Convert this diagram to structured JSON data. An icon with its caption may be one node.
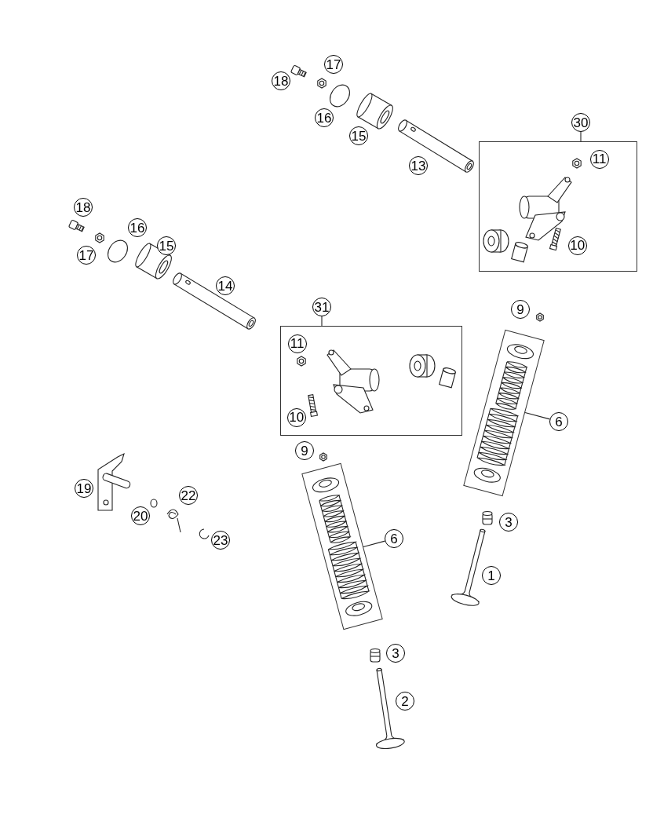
{
  "diagram": {
    "nodes": [
      {
        "text": [
          "17"
        ]
      },
      {
        "text": [
          "18"
        ]
      },
      {
        "text": [
          "16"
        ]
      },
      {
        "text": [
          "30"
        ]
      },
      {
        "text": [
          "15"
        ]
      },
      {
        "text": [],
        "shape": "box"
      },
      {
        "text": [
          "11"
        ],
        "in": 5
      },
      {
        "text": [
          "13"
        ]
      },
      {
        "text": [
          "18"
        ]
      },
      {
        "text": [
          "16"
        ]
      },
      {
        "text": [
          "10"
        ],
        "in": 5
      },
      {
        "text": [
          "15"
        ]
      },
      {
        "text": [
          "17"
        ]
      },
      {
        "text": [
          "14"
        ]
      },
      {
        "text": [
          "31"
        ]
      },
      {
        "text": [
          "9"
        ]
      },
      {
        "text": [],
        "shape": "box"
      },
      {
        "text": [
          "11"
        ],
        "in": 16
      },
      {
        "text": [
          "10"
        ],
        "in": 16
      },
      {
        "text": [],
        "shape": "box"
      },
      {
        "text": [
          "6"
        ]
      },
      {
        "text": [
          "9"
        ]
      },
      {
        "text": [],
        "shape": "box"
      },
      {
        "text": [
          "19"
        ]
      },
      {
        "text": [
          "22"
        ]
      },
      {
        "text": [
          "20"
        ]
      },
      {
        "text": [
          "3"
        ]
      },
      {
        "text": [
          "23"
        ]
      },
      {
        "text": [
          "6"
        ]
      },
      {
        "text": [
          "1"
        ]
      },
      {
        "text": [
          "3"
        ]
      },
      {
        "text": [
          "2"
        ]
      }
    ],
    "edges": [
      {
        "from": 3,
        "to": 5,
        "arrow": "none"
      },
      {
        "from": 14,
        "to": 16,
        "arrow": "none"
      },
      {
        "from": 20,
        "to": 19,
        "arrow": "none"
      },
      {
        "from": 28,
        "to": 22,
        "arrow": "none"
      }
    ]
  }
}
